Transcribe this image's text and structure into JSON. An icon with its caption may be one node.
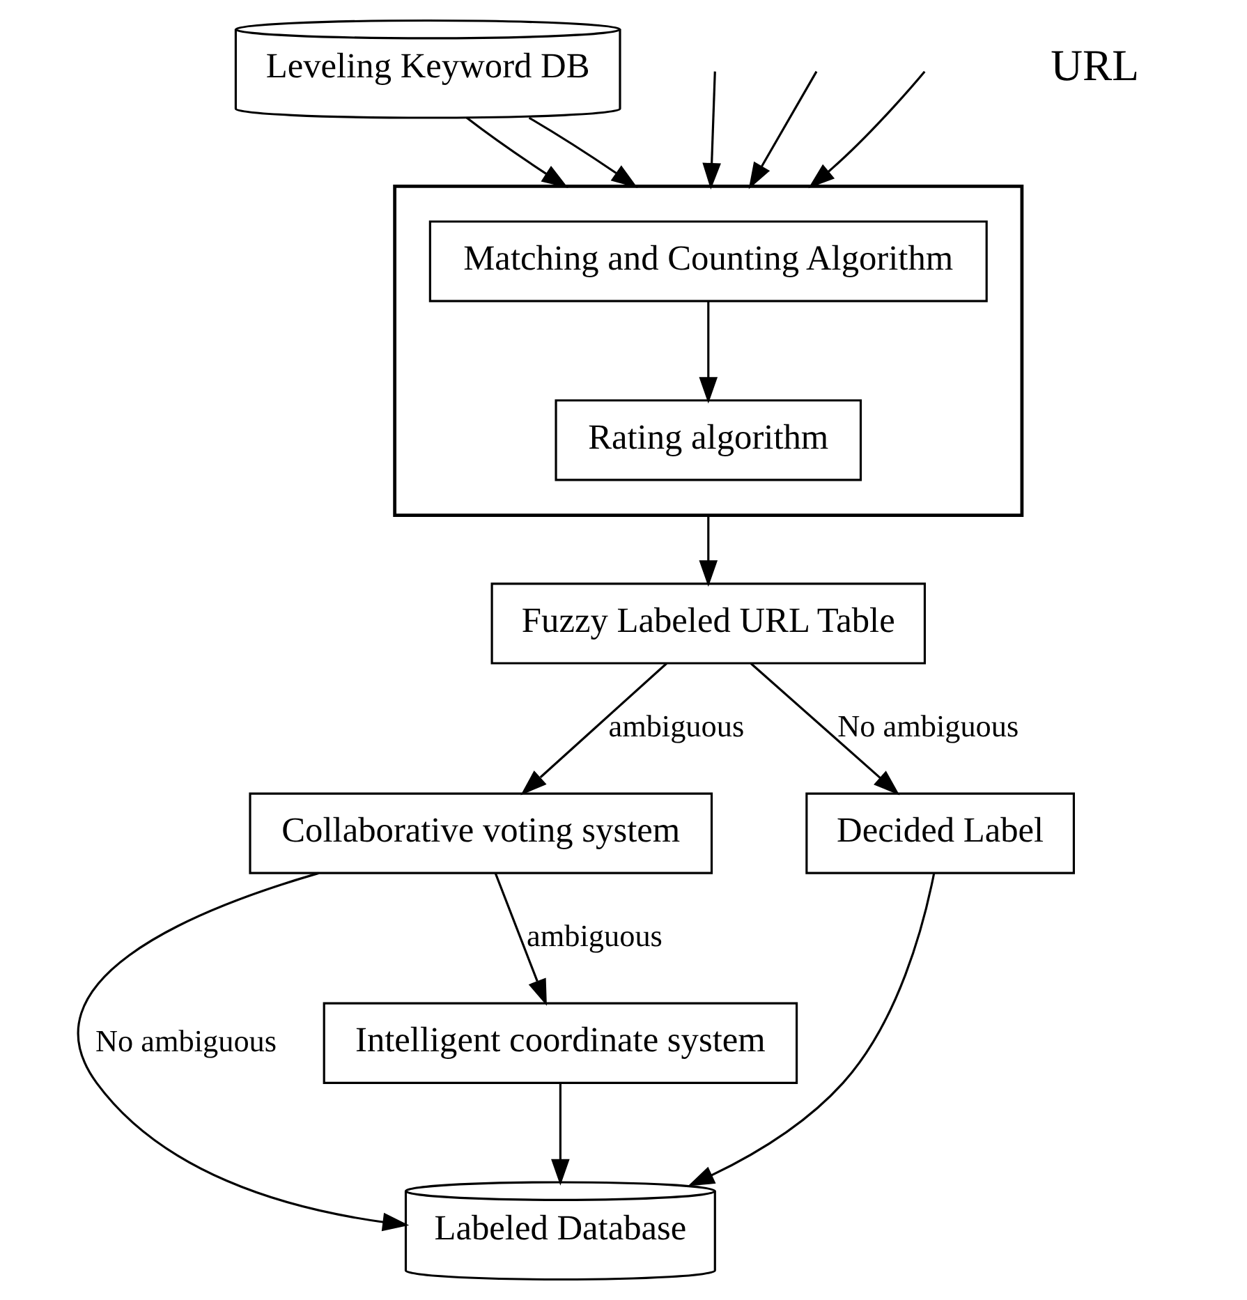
{
  "diagram": {
    "nodes": [
      {
        "text": [
          "Leveling Keyword DB"
        ]
      },
      {
        "text": [],
        "shape": "box"
      },
      {
        "text": [
          "Matching and Counting Algorithm"
        ],
        "in": 1
      },
      {
        "text": [
          "Rating algorithm"
        ],
        "in": 1
      },
      {
        "text": [
          "Fuzzy Labeled URL Table"
        ]
      },
      {
        "text": [
          "Collaborative voting system"
        ]
      },
      {
        "text": [
          "Decided Label"
        ]
      },
      {
        "text": [
          "Labeled Database"
        ]
      },
      {
        "text": [
          "Intelligent coordinate system"
        ]
      }
    ],
    "edges": [
      {
        "from": 0,
        "to": 1,
        "arrow": "to"
      },
      {
        "from": 0,
        "to": 1,
        "arrow": "to"
      },
      {
        "from": null,
        "to": 1,
        "arrow": "to"
      },
      {
        "from": null,
        "to": 1,
        "arrow": "to"
      },
      {
        "from": null,
        "to": 1,
        "arrow": "to"
      },
      {
        "from": 2,
        "to": 3,
        "arrow": "to"
      },
      {
        "from": 1,
        "to": 4,
        "arrow": "to"
      },
      {
        "from": 4,
        "to": 6,
        "arrow": "to",
        "label": "No ambiguous"
      },
      {
        "from": 4,
        "to": 5,
        "arrow": "to",
        "label": "ambiguous"
      },
      {
        "from": 5,
        "to": 7,
        "arrow": "to",
        "label": "No ambiguous"
      },
      {
        "from": 5,
        "to": 8,
        "arrow": "to",
        "label": "ambiguous"
      },
      {
        "from": 6,
        "to": 7,
        "arrow": "to"
      },
      {
        "from": 8,
        "to": 7,
        "arrow": "to"
      }
    ],
    "labels": [
      "URL"
    ]
  }
}
